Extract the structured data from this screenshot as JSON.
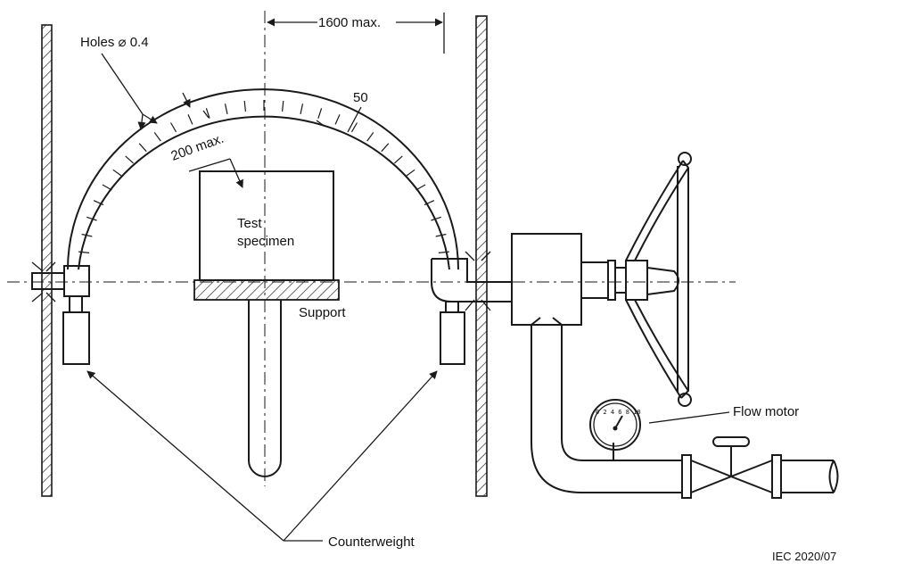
{
  "labels": {
    "holes": "Holes ⌀ 0.4",
    "dim_1600": "1600 max.",
    "dim_50": "50",
    "dim_200": "200 max.",
    "test_line1": "Test",
    "test_line2": "specimen",
    "support": "Support",
    "flow_motor": "Flow motor",
    "counterweight": "Counterweight",
    "ref": "IEC  2020/07",
    "gauge_scale": "0 2 4 6 8 10"
  }
}
